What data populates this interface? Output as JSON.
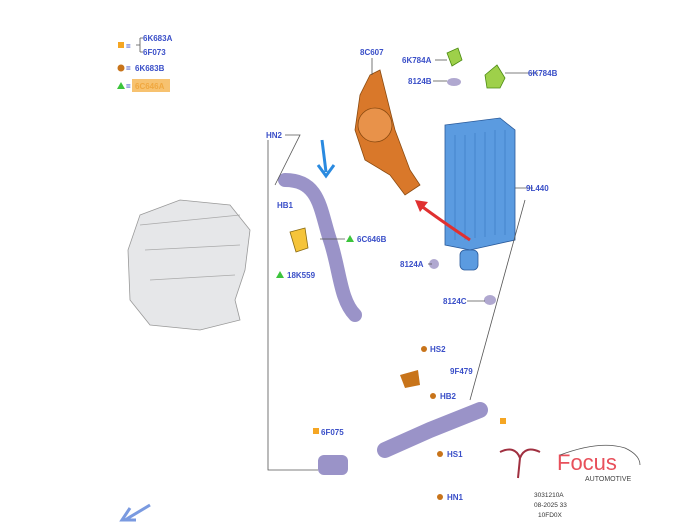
{
  "legend": {
    "square_refs": [
      "6K683A",
      "6F073"
    ],
    "circle_ref": "6K683B",
    "triangle_ref": "6C646A",
    "equals": "="
  },
  "labels": {
    "fan": "8C607",
    "bracket_a": "6K784A",
    "grommet_b": "8124B",
    "bracket_b": "6K784B",
    "hn2": "HN2",
    "intercooler": "9L440",
    "hb1": "HB1",
    "hose_b": "6C646B",
    "tube": "18K559",
    "grommet_a": "8124A",
    "grommet_c": "8124C",
    "hs2": "HS2",
    "sensor": "9F479",
    "hb2": "HB2",
    "duct": "6F075",
    "hs1": "HS1",
    "hn1": "HN1"
  },
  "brand": {
    "name": "Focus",
    "sub": "AUTOMOTIVE"
  },
  "codes": [
    "3031210A",
    "08-2025 33",
    "10FD0X"
  ],
  "colors": {
    "label": "#3a4fc8",
    "orange": "#f5a623",
    "brown": "#c8741a",
    "green": "#3cc43c",
    "intercooler": "#5b9be0",
    "hose": "#9a93c8",
    "brand": "#e8505b"
  }
}
